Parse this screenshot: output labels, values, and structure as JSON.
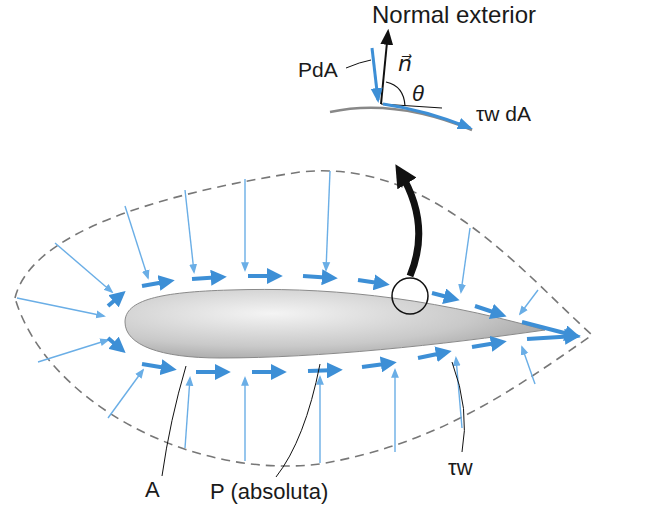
{
  "diagram": {
    "labels": [
      "Normal exterior",
      "PdA",
      "n⃗",
      "θ",
      "τw dA",
      "A",
      "P (absoluta)",
      "τw"
    ]
  }
}
